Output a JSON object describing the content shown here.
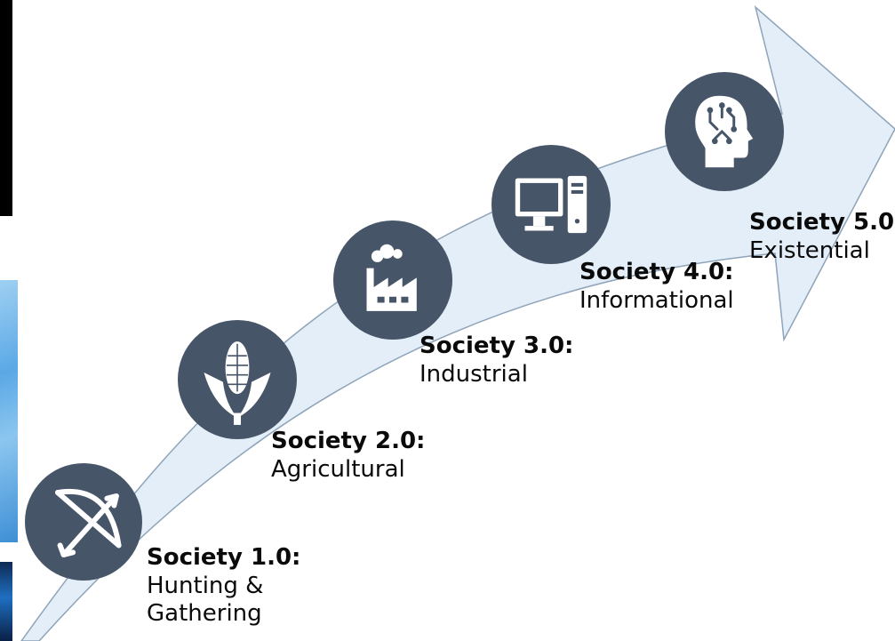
{
  "colors": {
    "arrow_fill": "#e3eef8",
    "arrow_stroke": "#8ea4ba",
    "circle_fill": "#475569",
    "icon_color": "#ffffff",
    "text_color": "#0a0a0a"
  },
  "stages": [
    {
      "title": "Society 1.0:",
      "desc": [
        "Hunting &",
        "Gathering"
      ],
      "icon": "bow-and-arrow-icon"
    },
    {
      "title": "Society 2.0:",
      "desc": [
        "Agricultural"
      ],
      "icon": "corn-icon"
    },
    {
      "title": "Society 3.0:",
      "desc": [
        "Industrial"
      ],
      "icon": "factory-icon"
    },
    {
      "title": "Society 4.0:",
      "desc": [
        "Informational"
      ],
      "icon": "computer-icon"
    },
    {
      "title": "Society 5.0:",
      "desc": [
        "Existential"
      ],
      "icon": "ai-head-icon"
    }
  ]
}
